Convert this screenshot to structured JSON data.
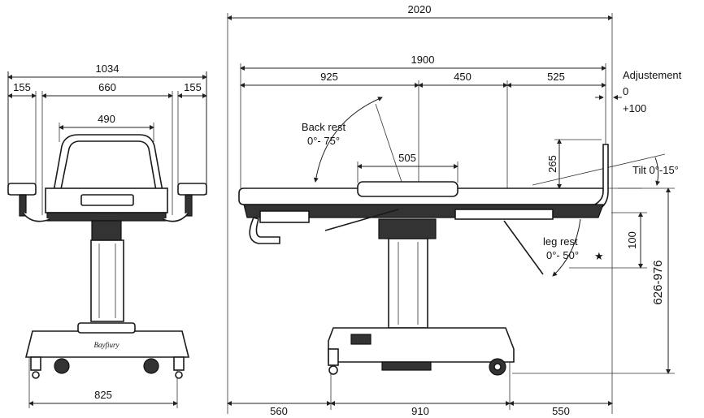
{
  "front_view": {
    "overall_width": "1034",
    "left_armrest": "155",
    "inner_width": "660",
    "right_armrest": "155",
    "backrest_width": "490",
    "base_width": "825",
    "brand": "Bayfiury"
  },
  "side_view": {
    "overall_length": "2020",
    "seat_length": "1900",
    "back_section": "925",
    "seat_section": "450",
    "leg_section": "525",
    "adjustment_title": "Adjustement",
    "adjustment_min": "0",
    "adjustment_max": "+100",
    "backrest_label": "Back rest",
    "backrest_range": "0°- 75°",
    "headrest_width": "505",
    "rail_height": "265",
    "tilt_label": "Tilt 0°-15°",
    "legrest_label": "leg rest",
    "legrest_range": "0°- 50°",
    "legrest_mark": "★",
    "leg_drop": "100",
    "height_range": "626-976",
    "base_front": "560",
    "base_mid": "910",
    "base_rear": "550"
  }
}
